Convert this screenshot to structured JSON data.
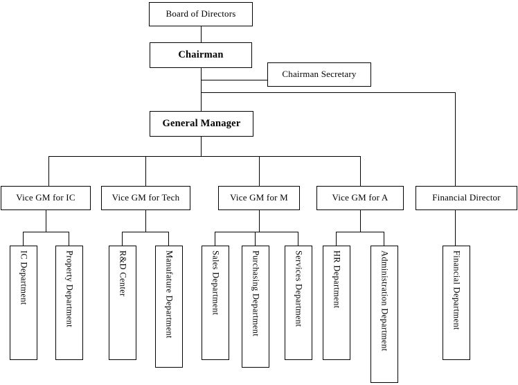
{
  "chart_data": {
    "type": "diagram",
    "title": "Organization Chart",
    "orientation": "top-down hierarchy",
    "nodes": [
      {
        "id": "board",
        "label": "Board of Directors",
        "level": 0,
        "bold": false,
        "text_orientation": "horizontal"
      },
      {
        "id": "chairman",
        "label": "Chairman",
        "level": 1,
        "bold": true,
        "text_orientation": "horizontal"
      },
      {
        "id": "secretary",
        "label": "Chairman Secretary",
        "level": 1,
        "bold": false,
        "text_orientation": "horizontal"
      },
      {
        "id": "gm",
        "label": "General Manager",
        "level": 2,
        "bold": true,
        "text_orientation": "horizontal"
      },
      {
        "id": "vgm_ic",
        "label": "Vice GM for IC",
        "level": 3,
        "bold": false,
        "text_orientation": "horizontal"
      },
      {
        "id": "vgm_tech",
        "label": "Vice GM for Tech",
        "level": 3,
        "bold": false,
        "text_orientation": "horizontal"
      },
      {
        "id": "vgm_m",
        "label": "Vice GM for M",
        "level": 3,
        "bold": false,
        "text_orientation": "horizontal"
      },
      {
        "id": "vgm_a",
        "label": "Vice GM for A",
        "level": 3,
        "bold": false,
        "text_orientation": "horizontal"
      },
      {
        "id": "fin_dir",
        "label": "Financial Director",
        "level": 3,
        "bold": false,
        "text_orientation": "horizontal"
      },
      {
        "id": "ic_dept",
        "label": "IC Department",
        "level": 4,
        "bold": false,
        "text_orientation": "vertical"
      },
      {
        "id": "prop_dept",
        "label": "Property Department",
        "level": 4,
        "bold": false,
        "text_orientation": "vertical"
      },
      {
        "id": "rnd",
        "label": "R&D Center",
        "level": 4,
        "bold": false,
        "text_orientation": "vertical"
      },
      {
        "id": "manu_dept",
        "label": "Manufature Department",
        "level": 4,
        "bold": false,
        "text_orientation": "vertical"
      },
      {
        "id": "sales_dept",
        "label": "Sales Department",
        "level": 4,
        "bold": false,
        "text_orientation": "vertical"
      },
      {
        "id": "purch_dept",
        "label": "Purchasing Department",
        "level": 4,
        "bold": false,
        "text_orientation": "vertical"
      },
      {
        "id": "svc_dept",
        "label": "Services Department",
        "level": 4,
        "bold": false,
        "text_orientation": "vertical"
      },
      {
        "id": "hr_dept",
        "label": "HR Department",
        "level": 4,
        "bold": false,
        "text_orientation": "vertical"
      },
      {
        "id": "admin_dept",
        "label": "Administration Department",
        "level": 4,
        "bold": false,
        "text_orientation": "vertical"
      },
      {
        "id": "fin_dept",
        "label": "Financial Department",
        "level": 4,
        "bold": false,
        "text_orientation": "vertical"
      }
    ],
    "edges": [
      {
        "from": "board",
        "to": "chairman"
      },
      {
        "from": "chairman",
        "to": "secretary"
      },
      {
        "from": "chairman",
        "to": "gm"
      },
      {
        "from": "chairman",
        "to": "fin_dir"
      },
      {
        "from": "gm",
        "to": "vgm_ic"
      },
      {
        "from": "gm",
        "to": "vgm_tech"
      },
      {
        "from": "gm",
        "to": "vgm_m"
      },
      {
        "from": "gm",
        "to": "vgm_a"
      },
      {
        "from": "vgm_ic",
        "to": "ic_dept"
      },
      {
        "from": "vgm_ic",
        "to": "prop_dept"
      },
      {
        "from": "vgm_tech",
        "to": "rnd"
      },
      {
        "from": "vgm_tech",
        "to": "manu_dept"
      },
      {
        "from": "vgm_m",
        "to": "sales_dept"
      },
      {
        "from": "vgm_m",
        "to": "purch_dept"
      },
      {
        "from": "vgm_m",
        "to": "svc_dept"
      },
      {
        "from": "vgm_a",
        "to": "hr_dept"
      },
      {
        "from": "vgm_a",
        "to": "admin_dept"
      },
      {
        "from": "fin_dir",
        "to": "fin_dept"
      }
    ],
    "colors": {
      "background": "#ffffff",
      "box_fill": "#ffffff",
      "box_border": "#000000",
      "line": "#000000",
      "text": "#000000"
    }
  }
}
